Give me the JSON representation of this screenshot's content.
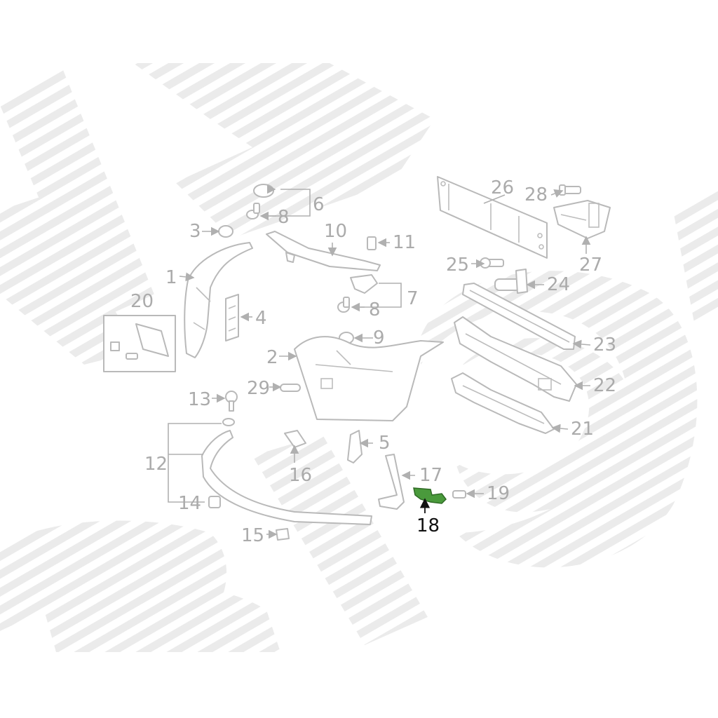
{
  "diagram": {
    "highlight_color": "#4a9a3c",
    "callouts": [
      {
        "id": "c1",
        "label": "1"
      },
      {
        "id": "c2",
        "label": "2"
      },
      {
        "id": "c3",
        "label": "3"
      },
      {
        "id": "c4",
        "label": "4"
      },
      {
        "id": "c5",
        "label": "5"
      },
      {
        "id": "c6",
        "label": "6"
      },
      {
        "id": "c7",
        "label": "7"
      },
      {
        "id": "c8a",
        "label": "8"
      },
      {
        "id": "c8b",
        "label": "8"
      },
      {
        "id": "c9",
        "label": "9"
      },
      {
        "id": "c10",
        "label": "10"
      },
      {
        "id": "c11",
        "label": "11"
      },
      {
        "id": "c12",
        "label": "12"
      },
      {
        "id": "c13",
        "label": "13"
      },
      {
        "id": "c14",
        "label": "14"
      },
      {
        "id": "c15",
        "label": "15"
      },
      {
        "id": "c16",
        "label": "16"
      },
      {
        "id": "c17",
        "label": "17"
      },
      {
        "id": "c18",
        "label": "18",
        "highlighted": true
      },
      {
        "id": "c19",
        "label": "19"
      },
      {
        "id": "c20",
        "label": "20"
      },
      {
        "id": "c21",
        "label": "21"
      },
      {
        "id": "c22",
        "label": "22"
      },
      {
        "id": "c23",
        "label": "23"
      },
      {
        "id": "c24",
        "label": "24"
      },
      {
        "id": "c25",
        "label": "25"
      },
      {
        "id": "c26",
        "label": "26"
      },
      {
        "id": "c27",
        "label": "27"
      },
      {
        "id": "c28",
        "label": "28"
      },
      {
        "id": "c29",
        "label": "29"
      }
    ]
  }
}
